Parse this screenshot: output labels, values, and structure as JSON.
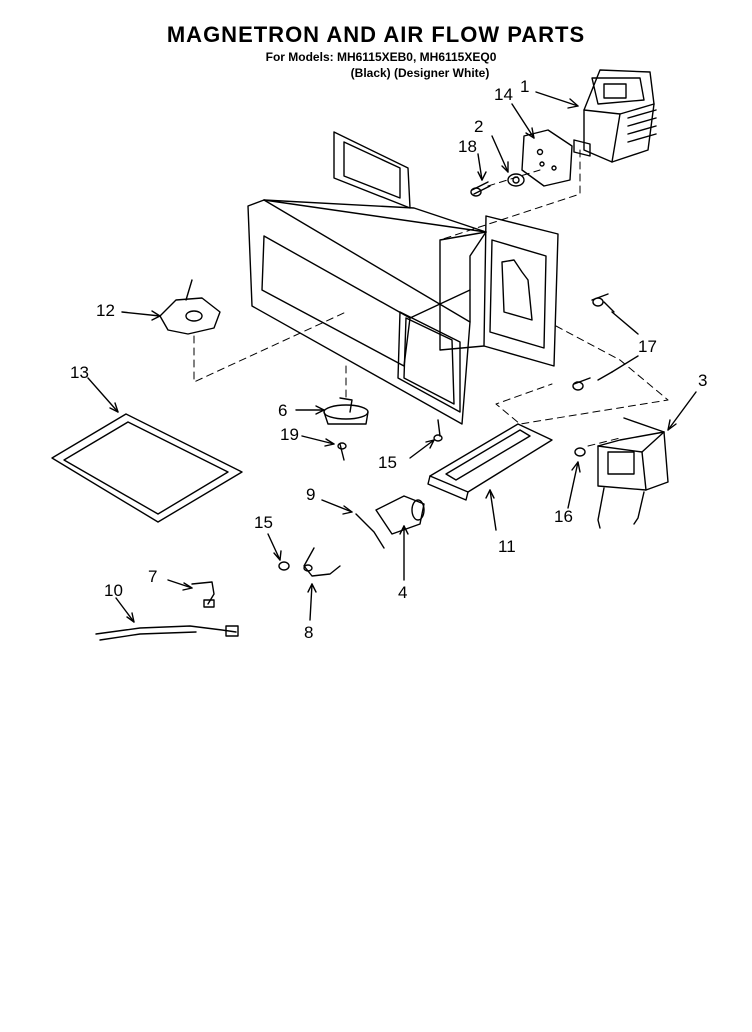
{
  "header": {
    "title": "MAGNETRON AND AIR FLOW PARTS",
    "models": "For Models: MH6115XEB0, MH6115XEQ0",
    "finishes": "(Black) (Designer White)"
  },
  "part_numbers": [
    "1",
    "14",
    "2",
    "18",
    "12",
    "13",
    "6",
    "19",
    "15",
    "17",
    "3",
    "9",
    "15",
    "16",
    "11",
    "4",
    "7",
    "10",
    "8"
  ]
}
